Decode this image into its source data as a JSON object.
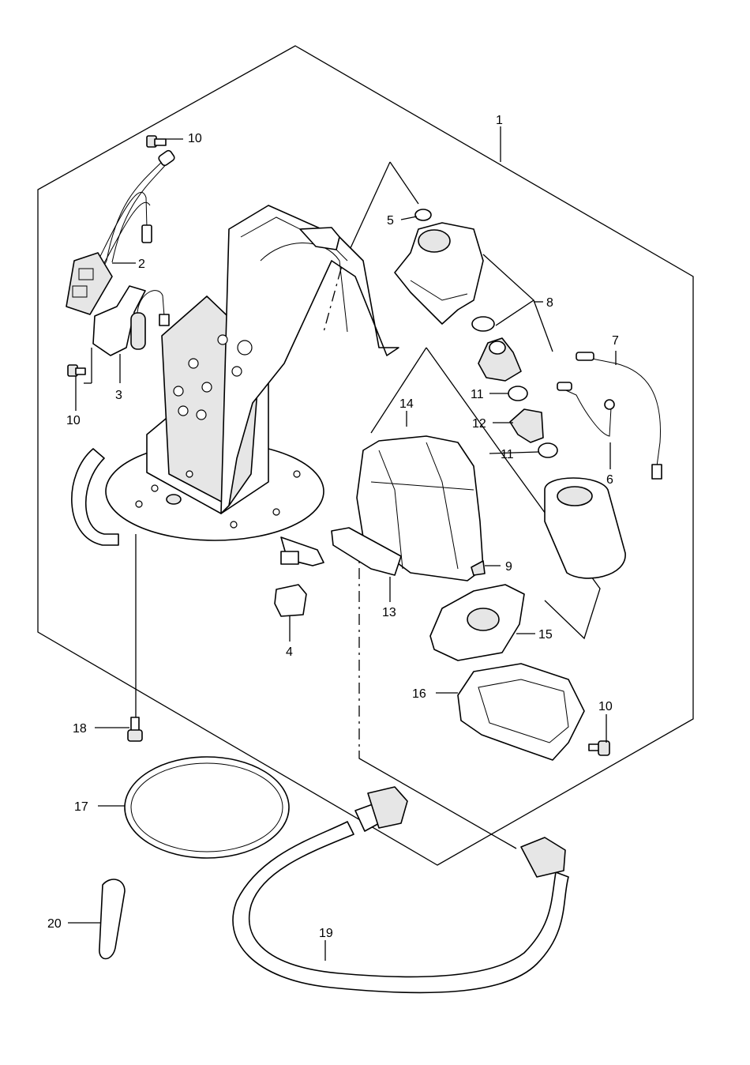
{
  "callouts": [
    {
      "id": "c1",
      "number": "1"
    },
    {
      "id": "c2",
      "number": "2"
    },
    {
      "id": "c3",
      "number": "3"
    },
    {
      "id": "c4",
      "number": "4"
    },
    {
      "id": "c5",
      "number": "5"
    },
    {
      "id": "c6",
      "number": "6"
    },
    {
      "id": "c7",
      "number": "7"
    },
    {
      "id": "c8",
      "number": "8"
    },
    {
      "id": "c9",
      "number": "9"
    },
    {
      "id": "c10a",
      "number": "10"
    },
    {
      "id": "c10b",
      "number": "10"
    },
    {
      "id": "c10c",
      "number": "10"
    },
    {
      "id": "c11a",
      "number": "11"
    },
    {
      "id": "c11b",
      "number": "11"
    },
    {
      "id": "c12",
      "number": "12"
    },
    {
      "id": "c13",
      "number": "13"
    },
    {
      "id": "c14",
      "number": "14"
    },
    {
      "id": "c15",
      "number": "15"
    },
    {
      "id": "c16",
      "number": "16"
    },
    {
      "id": "c17",
      "number": "17"
    },
    {
      "id": "c18",
      "number": "18"
    },
    {
      "id": "c19",
      "number": "19"
    },
    {
      "id": "c20",
      "number": "20"
    }
  ]
}
